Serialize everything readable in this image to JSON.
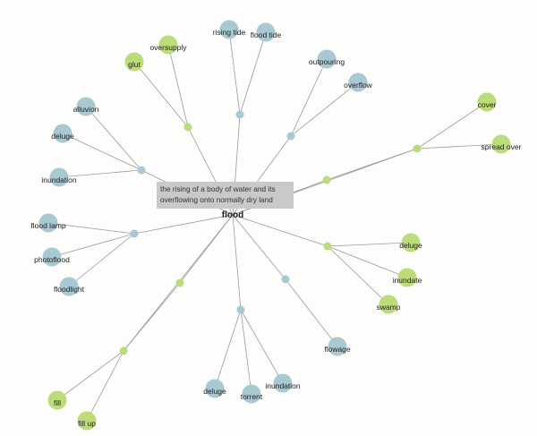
{
  "colors": {
    "noun": "#a8c8d2",
    "verb": "#bcdc7a",
    "edge": "#9a9a9a",
    "gloss_bg": "#c9c9c9"
  },
  "center": {
    "word": "flood",
    "gloss": "the rising of a body of water and its overflowing onto normally dry land"
  },
  "groups": [
    {
      "type": "verb",
      "leaves": [
        "oversupply",
        "glut"
      ]
    },
    {
      "type": "noun",
      "leaves": [
        "rising tide",
        "flood tide"
      ]
    },
    {
      "type": "noun",
      "leaves": [
        "outpouring",
        "overflow"
      ]
    },
    {
      "type": "verb",
      "leaves": [
        "cover",
        "spread over"
      ]
    },
    {
      "type": "noun",
      "leaves": [
        "alluvion",
        "deluge",
        "inundation"
      ]
    },
    {
      "type": "noun",
      "leaves": [
        "flood lamp",
        "photoflood",
        "floodlight"
      ]
    },
    {
      "type": "verb",
      "leaves": [
        "deluge",
        "inundate",
        "swamp"
      ]
    },
    {
      "type": "noun",
      "leaves": [
        "flowage"
      ]
    },
    {
      "type": "noun",
      "leaves": [
        "deluge",
        "torrent",
        "inundation"
      ]
    },
    {
      "type": "verb",
      "leaves": [
        "fill",
        "fill up"
      ]
    }
  ]
}
